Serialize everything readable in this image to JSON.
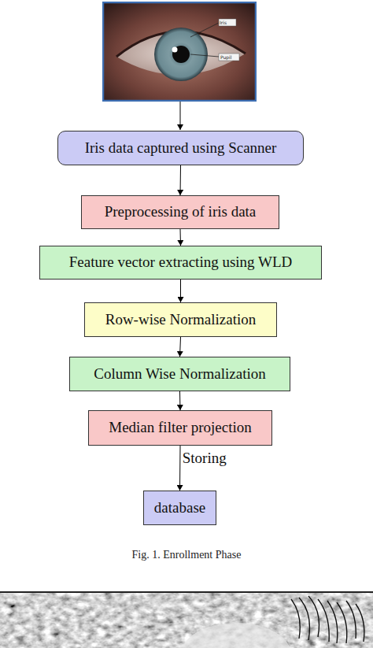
{
  "diagram": {
    "caption": "Fig. 1.  Enrollment Phase",
    "nodes": [
      {
        "text": [
          "Iris data captured using Scanner"
        ]
      },
      {
        "text": [
          "Preprocessing of iris data"
        ]
      },
      {
        "text": [
          "Feature vector extracting using WLD"
        ]
      },
      {
        "text": [
          "Row-wise Normalization"
        ]
      },
      {
        "text": [
          "Column Wise Normalization"
        ]
      },
      {
        "text": [
          "Median filter projection"
        ]
      },
      {
        "text": [
          "database"
        ]
      }
    ],
    "edges": [
      {
        "from": 0,
        "to": 1,
        "arrow": "to"
      },
      {
        "from": 1,
        "to": 2,
        "arrow": "to"
      },
      {
        "from": 2,
        "to": 3,
        "arrow": "to"
      },
      {
        "from": 3,
        "to": 4,
        "arrow": "to"
      },
      {
        "from": 4,
        "to": 5,
        "arrow": "to"
      },
      {
        "from": 5,
        "to": 6,
        "label": "Storing",
        "arrow": "to"
      }
    ],
    "labels": [
      "Iris",
      "Pupil"
    ]
  }
}
